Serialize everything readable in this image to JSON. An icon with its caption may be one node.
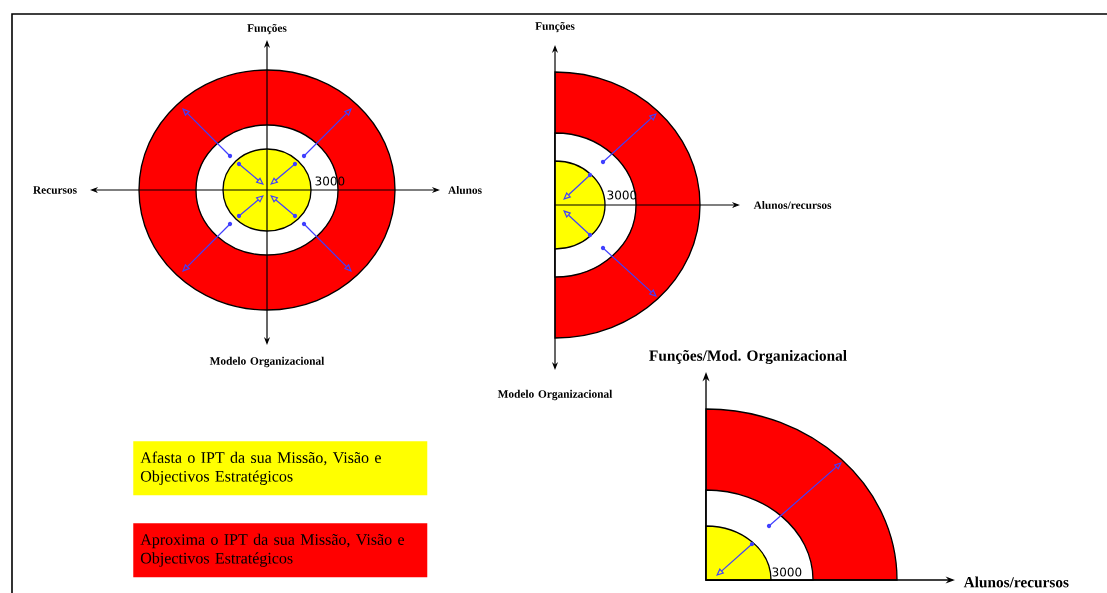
{
  "diagram": {
    "labels": [
      "Funções",
      "Recursos",
      "Alunos",
      "3000",
      "Modelo Organizacional",
      "Funções",
      "Alunos/recursos",
      "3000",
      "Modelo Organizacional",
      "Funções/Mod. Organizacional",
      "3000",
      "Alunos/recursos"
    ],
    "legend": [
      {
        "text": "Afasta o IPT da sua Missão, Visão e Objectivos Estratégicos",
        "color": "#ffff00"
      },
      {
        "text": "Aproxima o IPT da sua Missão, Visão e Objectivos Estratégicos",
        "color": "#ff0000"
      }
    ]
  }
}
